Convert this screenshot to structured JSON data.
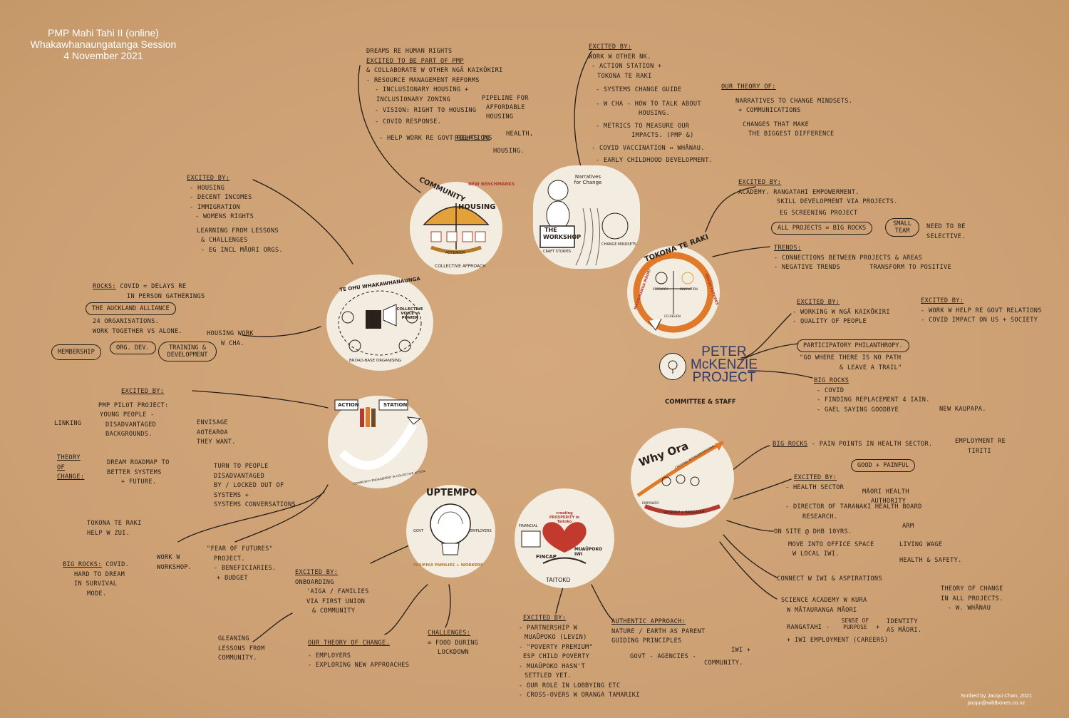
{
  "header": {
    "line1": "PMP Mahi Tahi II (online)",
    "line2": "Whakawhanaungatanga Session",
    "line3": "4 November 2021"
  },
  "credit": {
    "line1": "Scribed by Jacqui Chan, 2021",
    "line2": "jacqui@wildbones.co.nz"
  },
  "center": {
    "name": "PETER McKENZIE PROJECT",
    "line1": "PETER",
    "line2": "McKENZIE",
    "line3": "PROJECT",
    "sub": "COMMITTEE & STAFF"
  },
  "emblems": {
    "community_housing": {
      "title1": "COMMUNITY",
      "title2": "HOUSING",
      "tag": "NEW BENCHMARKS",
      "base": "AOTEAROA",
      "caption": "COLLECTIVE APPROACH"
    },
    "the_workshop": {
      "title1": "THE",
      "title2": "WORKSHOP",
      "bubble": "Narratives for Change",
      "sub": "CRAFT STORIES",
      "mind": "CHANGE MINDSETS"
    },
    "tokona": {
      "title": "TOKONA TE RAKI",
      "left": "MĀTAURANGA MĀORI",
      "right": "MĀORI FUTURES",
      "research": "RESEARCH",
      "innovation": "INNOVATION",
      "co": "CO-DESIGN"
    },
    "te_ohu": {
      "title": "TE OHU WHAKAWHANAUNGA",
      "bubble": "COLLECTIVE VOICE = POWER",
      "base": "BROAD-BASE ORGANISING"
    },
    "action_station": {
      "title1": "ACTION",
      "title2": "STATION",
      "caption": "COMMUNITY ENGAGEMENT IN COLLECTIVE ACTION"
    },
    "uptempo": {
      "title": "UPTEMPO",
      "govt": "GOVT",
      "employers": "EMPLOYERS",
      "caption": "PASIFIKA FAMILIES + WORKERS"
    },
    "taitoko": {
      "title": "TAITOKO",
      "prosperity": "creating PROSPERITY in Taitoko",
      "financial": "FINANCIAL",
      "fincap": "FINCAP",
      "muaupoko": "MUAŪPOKO IWI"
    },
    "why_ora": {
      "title": "Why Ora",
      "caption": "CREATING INTERGENERATIONAL",
      "sub": "WHĀNAU + RANGATAHI",
      "empower": "EMPOWER"
    }
  },
  "notes": {
    "ch_top": [
      "DREAMS RE HUMAN RIGHTS",
      "EXCITED TO BE PART OF PMP",
      "& COLLABORATE W OTHER NGĀ KAIKŌKIRI",
      "- RESOURCE MANAGEMENT REFORMS",
      "- INCLUSIONARY HOUSING +",
      "INCLUSIONARY ZONING",
      "PIPELINE FOR",
      "AFFORDABLE",
      "HOUSING",
      "- VISION: RIGHT TO HOUSING",
      "- COVID RESPONSE.",
      "RIGHTS TO",
      "HEALTH,",
      "HOUSING.",
      "- HELP WORK RE GOVT RELATIONS"
    ],
    "ws_top": [
      "EXCITED BY:",
      "WORK W OTHER NK.",
      "- ACTION STATION +",
      "TOKONA TE RAKI",
      "- SYSTEMS CHANGE GUIDE",
      "- W CHA - HOW TO TALK ABOUT",
      "HOUSING.",
      "- METRICS TO MEASURE OUR",
      "IMPACTS. (PMP &)",
      "- COVID VACCINATION ↔ WHĀNAU.",
      "- EARLY CHILDHOOD DEVELOPMENT."
    ],
    "theory": [
      "OUR THEORY OF:",
      "NARRATIVES TO CHANGE MINDSETS.",
      "+ COMMUNICATIONS",
      "CHANGES THAT MAKE",
      "THE BIGGEST DIFFERENCE"
    ],
    "tok": [
      "EXCITED BY:",
      "ACADEMY. RANGATAHI EMPOWERMENT.",
      "SKILL DEVELOPMENT VIA PROJECTS.",
      "EG SCREENING PROJECT",
      "ALL PROJECTS = BIG ROCKS",
      "SMALL TEAM",
      "NEED TO BE",
      "SELECTIVE.",
      "TRENDS:",
      "- CONNECTIONS BETWEEN PROJECTS & AREAS",
      "- NEGATIVE TRENDS",
      "TRANSFORM TO POSITIVE"
    ],
    "pmp_right": [
      "EXCITED BY:",
      "- WORKING W NGĀ KAIKŌKIRI",
      "- QUALITY OF PEOPLE",
      "EXCITED BY:",
      "- WORK W HELP RE GOVT RELATIONS",
      "- COVID IMPACT ON US + SOCIETY",
      "PARTICIPATORY PHILANTHROPY.",
      "\"GO WHERE THERE IS NO PATH",
      "& LEAVE A TRAIL\"",
      "BIG ROCKS",
      "- COVID",
      "- FINDING REPLACEMENT 4 IAIN.",
      "- GAEL SAYING GOODBYE",
      "NEW KAUPAPA."
    ],
    "te_ohu_left": [
      "EXCITED BY:",
      "- HOUSING",
      "- DECENT INCOMES",
      "- IMMIGRATION",
      "- WOMENS RIGHTS",
      "LEARNING FROM LESSONS",
      "& CHALLENGES",
      "- EG INCL MĀORI ORGS.",
      "ROCKS:",
      "COVID = DELAYS RE",
      "IN PERSON GATHERINGS",
      "THE AUCKLAND ALLIANCE",
      "24 ORGANISATIONS.",
      "WORK TOGETHER VS ALONE.",
      "HOUSING WORK",
      "W CHA.",
      "MEMBERSHIP",
      "ORG. DEV.",
      "TRAINING & DEVELOPMENT"
    ],
    "action": [
      "EXCITED BY:",
      "PMP PILOT PROJECT:",
      "YOUNG PEOPLE -",
      "DISADVANTAGED",
      "BACKGROUNDS.",
      "LINKING",
      "ENVISAGE",
      "AOTEAROA",
      "THEY WANT.",
      "THEORY",
      "OF",
      "CHANGE:",
      "DREAM ROADMAP TO",
      "BETTER SYSTEMS",
      "+ FUTURE.",
      "TURN TO PEOPLE",
      "DISADVANTAGED",
      "BY / LOCKED OUT OF",
      "SYSTEMS +",
      "SYSTEMS CONVERSATIONS",
      "TOKONA TE RAKI",
      "HELP W ZUI.",
      "BIG ROCKS:",
      "COVID.",
      "HARD TO DREAM",
      "IN SURVIVAL",
      "MODE.",
      "WORK W",
      "WORKSHOP.",
      "\"FEAR OF FUTURES\"",
      "PROJECT.",
      "- BENEFICIARIES.",
      "+ BUDGET"
    ],
    "uptempo": [
      "EXCITED BY:",
      "ONBOARDING",
      "'AIGA / FAMILIES",
      "VIA FIRST UNION",
      "& COMMUNITY",
      "GLEANING",
      "LESSONS FROM",
      "COMMUNITY.",
      "OUR THEORY OF CHANGE.",
      "- EMPLOYERS",
      "- EXPLORING NEW APPROACHES",
      "CHALLENGES:",
      "= FOOD DURING",
      "LOCKDOWN"
    ],
    "taitoko": [
      "EXCITED BY:",
      "- PARTNERSHIP W",
      "MUAŪPOKO (LEVIN)",
      "- \"POVERTY PREMIUM\"",
      "ESP CHILD POVERTY",
      "- MUAŪPOKO HASN'T",
      "SETTLED YET.",
      "- OUR ROLE IN LOBBYING ETC",
      "- CROSS-OVERS W ORANGA TAMARIKI",
      "AUTHENTIC APPROACH:",
      "NATURE / EARTH AS PARENT",
      "GUIDING PRINCIPLES",
      "GOVT - AGENCIES -",
      "IWI +",
      "COMMUNITY."
    ],
    "whyora": [
      "BIG ROCKS",
      "- PAIN POINTS IN HEALTH SECTOR.",
      "EMPLOYMENT RE",
      "TIRITI",
      "GOOD + PAINFUL",
      "EXCITED BY:",
      "- HEALTH SECTOR",
      "MĀORI HEALTH",
      "AUTHORITY",
      "- DIRECTOR OF TARANAKI HEALTH BOARD",
      "RESEARCH.",
      "ARM",
      "ON SITE @ DHB 10YRS.",
      "MOVE INTO OFFICE SPACE",
      "W LOCAL IWI.",
      "LIVING WAGE",
      "HEALTH & SAFETY.",
      "CONNECT W IWI & ASPIRATIONS",
      "SCIENCE ACADEMY W KURA",
      "W MĀTAURANGA MĀORI",
      "RANGATAHI -",
      "SENSE OF PURPOSE",
      "+",
      "IDENTITY",
      "AS MĀORI.",
      "+ IWI EMPLOYMENT (CAREERS)",
      "THEORY OF CHANGE",
      "IN ALL PROJECTS.",
      "- W. WHĀNAU"
    ]
  }
}
